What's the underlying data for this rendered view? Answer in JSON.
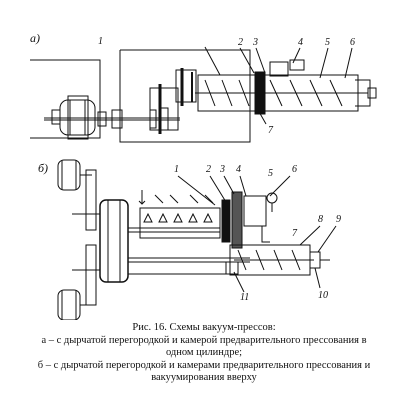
{
  "figure": {
    "part_a_label": "а)",
    "part_b_label": "б)",
    "part_a_callouts": [
      "1",
      "2",
      "3",
      "4",
      "5",
      "6",
      "7"
    ],
    "part_b_callouts": [
      "1",
      "2",
      "3",
      "4",
      "5",
      "6",
      "7",
      "8",
      "9",
      "10",
      "11"
    ]
  },
  "caption": {
    "title": "Рис. 16. Схемы вакуум-прессов:",
    "line_a1": "а – с дырчатой перегородкой и камерой предварительного прессования в",
    "line_a2": "одном цилиндре;",
    "line_b1": "б – с дырчатой перегородкой и камерами предварительного прессования и",
    "line_b2": "вакуумирования вверху"
  }
}
